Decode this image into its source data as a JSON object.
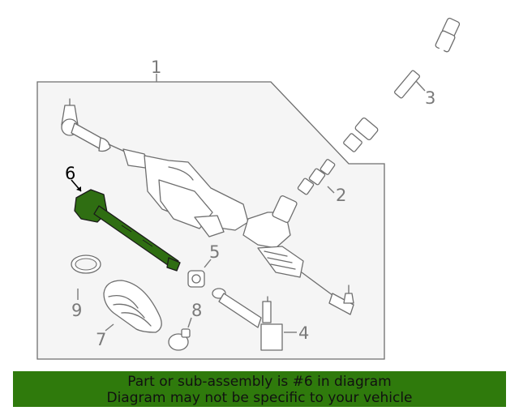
{
  "diagram": {
    "callouts": [
      {
        "id": "1",
        "label": "1"
      },
      {
        "id": "2",
        "label": "2"
      },
      {
        "id": "3",
        "label": "3"
      },
      {
        "id": "4",
        "label": "4"
      },
      {
        "id": "5",
        "label": "5"
      },
      {
        "id": "6",
        "label": "6",
        "highlighted": true
      },
      {
        "id": "7",
        "label": "7"
      },
      {
        "id": "8",
        "label": "8"
      },
      {
        "id": "9",
        "label": "9"
      }
    ],
    "colors": {
      "panel_fill": "#f5f5f5",
      "outline": "#6e6e6e",
      "highlight": "#2f6e12",
      "banner": "#2f7a0c"
    }
  },
  "banner": {
    "line1": "Part or sub-assembly is #6 in diagram",
    "line2": "Diagram may not be specific to your vehicle"
  }
}
